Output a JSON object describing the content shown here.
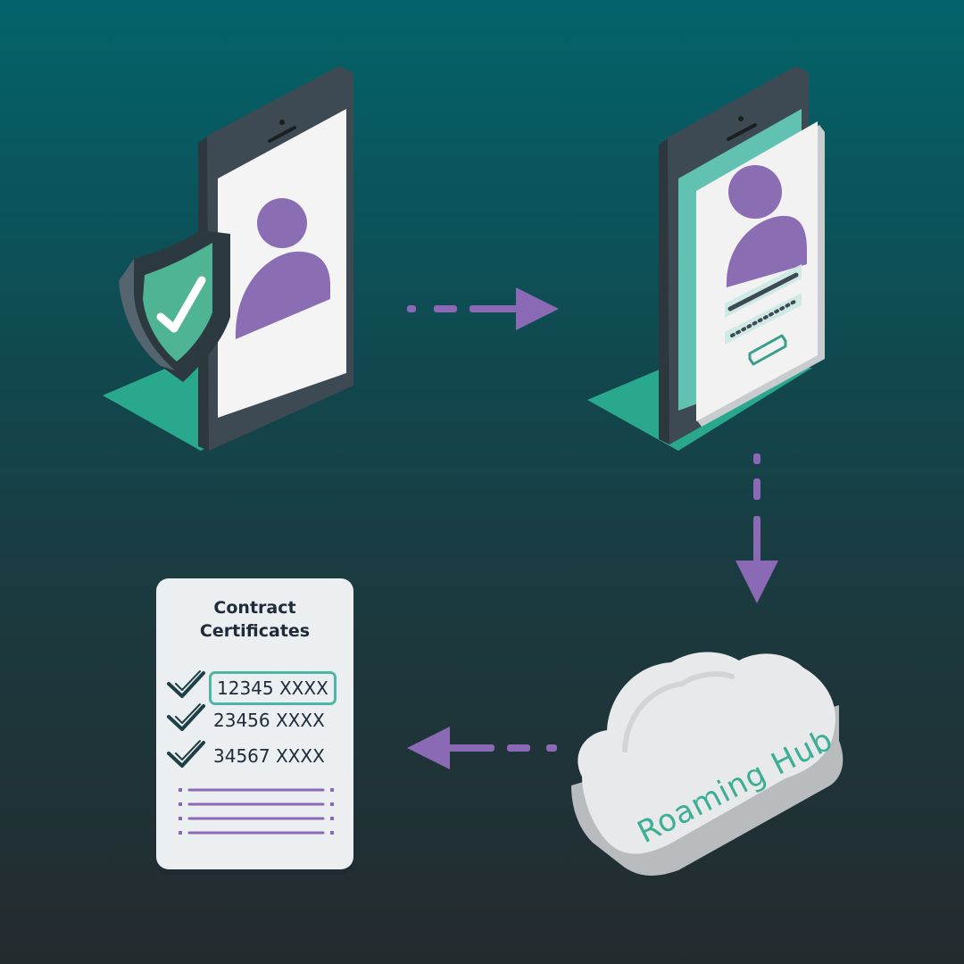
{
  "certificates": {
    "title_line1": "Contract",
    "title_line2": "Certificates",
    "rows": [
      "12345 XXXX",
      "23456 XXXX",
      "34567 XXXX"
    ]
  },
  "cloud": {
    "label": "Roaming Hub"
  },
  "colors": {
    "accent_purple": "#8a6ab4",
    "teal": "#2fa88c",
    "device_dark": "#3d4a53",
    "screen_white": "#f2f2f2"
  }
}
